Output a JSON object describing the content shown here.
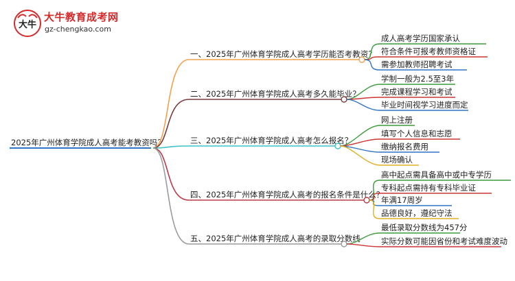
{
  "logo": {
    "title": "大牛教育成考网",
    "url": "gz-chengkao.com",
    "mark_text": "大牛"
  },
  "mindmap": {
    "root": "2025年广州体育学院成人高考能考教资吗？",
    "branches": [
      {
        "label": "一、2025年广州体育学院成人高考学历能否考教资？",
        "color": "#f0a14b",
        "children": [
          "成人高考学历国家承认",
          "符合条件可报考教师资格证",
          "需参加教师招聘考试"
        ]
      },
      {
        "label": "二、2025年广州体育学院成人高考多久能毕业？",
        "color": "#7a3a3a",
        "children": [
          "学制一般为2.5至3年",
          "完成课程学习和考试",
          "毕业时间视学习进度而定"
        ]
      },
      {
        "label": "三、2025年广州体育学院成人高考怎么报名？",
        "color": "#3ec3c7",
        "children": [
          "网上注册",
          "填写个人信息和志愿",
          "缴纳报名费用",
          "现场确认"
        ]
      },
      {
        "label": "四、2025年广州体育学院成人高考的报名条件是什么？",
        "color": "#b83a4a",
        "children": [
          "高中起点需具备高中或中专学历",
          "专科起点需持有专科毕业证",
          "年满17周岁",
          "品德良好，遵纪守法"
        ]
      },
      {
        "label": "五、2025年广州体育学院成人高考的录取分数线",
        "color": "#9a9a9a",
        "children": [
          "最低录取分数线为457分",
          "实际分数可能因省份和考试难度波动"
        ]
      }
    ],
    "colors": {
      "root_underline": "#2e73c4",
      "child_line_1": "#3b9b3b",
      "child_line_2": "#cc3333",
      "child_line_3": "#2e73c4",
      "child_line_4": "#e0b020"
    }
  }
}
